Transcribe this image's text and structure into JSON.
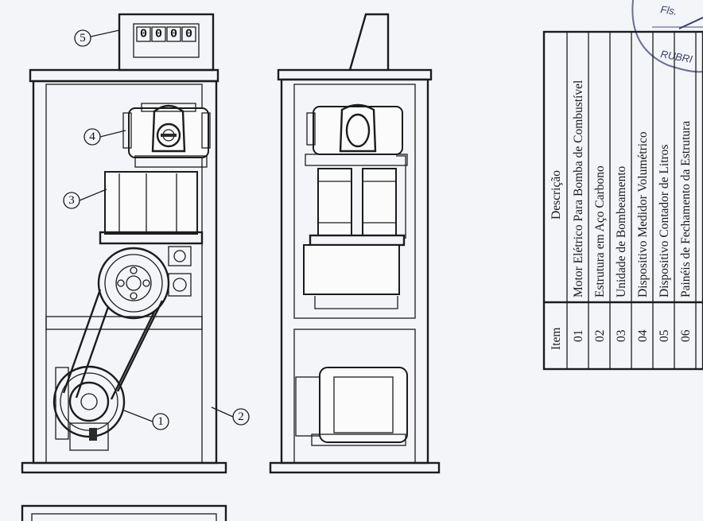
{
  "callouts": [
    "5",
    "4",
    "3",
    "1",
    "2"
  ],
  "counter_digits": [
    "0",
    "0",
    "0",
    "0"
  ],
  "table": {
    "header": {
      "item": "Item",
      "descricao": "Descrição"
    },
    "rows": [
      {
        "item": "01",
        "descricao": "Motor Elétrico Para Bomba de Combustível"
      },
      {
        "item": "02",
        "descricao": "Estrutura em Aço Carbono"
      },
      {
        "item": "03",
        "descricao": "Unidade de Bombeamento"
      },
      {
        "item": "04",
        "descricao": "Dispositivo Medidor Volumétrico"
      },
      {
        "item": "05",
        "descricao": "Dispositivo Contador de Litros"
      },
      {
        "item": "06",
        "descricao": "Painéis de Fechamento da Estrutura"
      }
    ]
  },
  "stamp": {
    "line1": "Fls.",
    "line2": "RUBRI"
  }
}
